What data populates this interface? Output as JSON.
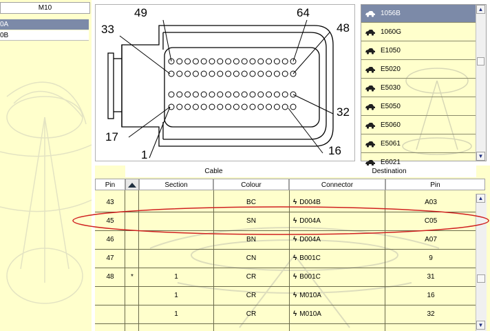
{
  "left_panel": {
    "header": "M10",
    "items": [
      "0A",
      "0B"
    ]
  },
  "diagram": {
    "pin_labels": [
      "49",
      "64",
      "33",
      "48",
      "17",
      "32",
      "1",
      "16"
    ]
  },
  "right_list": {
    "items": [
      "1056B",
      "1060G",
      "E1050",
      "E5020",
      "E5030",
      "E5050",
      "E5060",
      "E5061",
      "E6021"
    ],
    "selected": "1056B"
  },
  "table": {
    "group_headers": {
      "cable": "Cable",
      "destination": "Destination"
    },
    "columns": {
      "pin": "Pin",
      "section": "Section",
      "colour": "Colour",
      "connector": "Connector",
      "dest_pin": "Pin"
    },
    "rows": [
      {
        "pin": "43",
        "flag": "",
        "section": "",
        "colour": "BC",
        "connector": "D004B",
        "dest_pin": "A03"
      },
      {
        "pin": "45",
        "flag": "",
        "section": "",
        "colour": "SN",
        "connector": "D004A",
        "dest_pin": "C05"
      },
      {
        "pin": "46",
        "flag": "",
        "section": "",
        "colour": "BN",
        "connector": "D004A",
        "dest_pin": "A07"
      },
      {
        "pin": "47",
        "flag": "",
        "section": "",
        "colour": "CN",
        "connector": "B001C",
        "dest_pin": "9"
      },
      {
        "pin": "48",
        "flag": "*",
        "section": "1",
        "colour": "CR",
        "connector": "B001C",
        "dest_pin": "31"
      },
      {
        "pin": "",
        "flag": "",
        "section": "1",
        "colour": "CR",
        "connector": "M010A",
        "dest_pin": "16"
      },
      {
        "pin": "",
        "flag": "",
        "section": "1",
        "colour": "CR",
        "connector": "M010A",
        "dest_pin": "32"
      }
    ],
    "highlight_row_pin": "45"
  },
  "colors": {
    "panel_bg": "#ffffcc",
    "selection": "#7c8aa8",
    "highlight_ellipse": "#d02020"
  }
}
